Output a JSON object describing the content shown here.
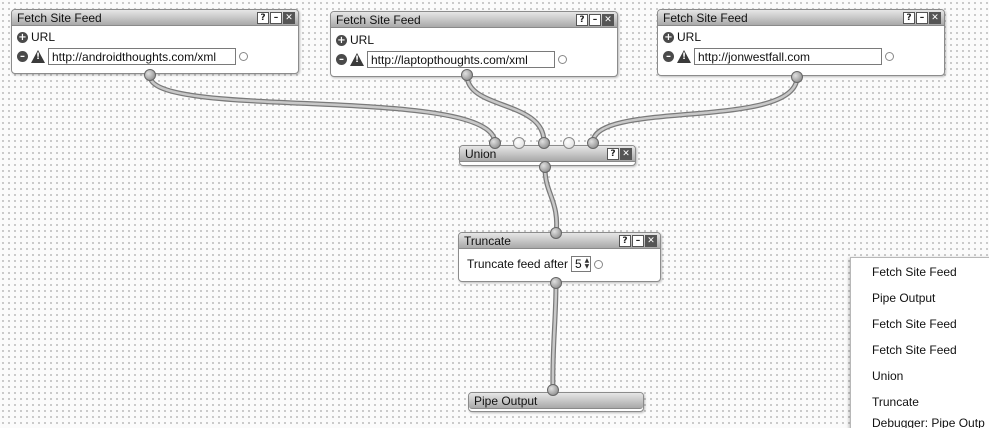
{
  "modules": {
    "fetch1": {
      "title": "Fetch Site Feed",
      "url_label": "URL",
      "url_value": "http://androidthoughts.com/xml"
    },
    "fetch2": {
      "title": "Fetch Site Feed",
      "url_label": "URL",
      "url_value": "http://laptopthoughts.com/xml"
    },
    "fetch3": {
      "title": "Fetch Site Feed",
      "url_label": "URL",
      "url_value": "http://jonwestfall.com"
    },
    "union": {
      "title": "Union"
    },
    "truncate": {
      "title": "Truncate",
      "label": "Truncate feed after",
      "value": "5"
    },
    "output": {
      "title": "Pipe Output"
    }
  },
  "header_buttons": {
    "help": "?",
    "minimize": "–",
    "close": "✕"
  },
  "add_symbol": "+",
  "remove_symbol": "–",
  "stepper_arrows": {
    "up": "▲",
    "down": "▼"
  },
  "menu": {
    "items": [
      "Fetch Site Feed",
      "Pipe Output",
      "Fetch Site Feed",
      "Fetch Site Feed",
      "Union",
      "Truncate",
      "Debugger: Pipe Outp"
    ]
  },
  "colors": {
    "wire": "#a8a8a8",
    "header_top": "#e6e6e6",
    "header_bottom": "#a9a9a9"
  }
}
